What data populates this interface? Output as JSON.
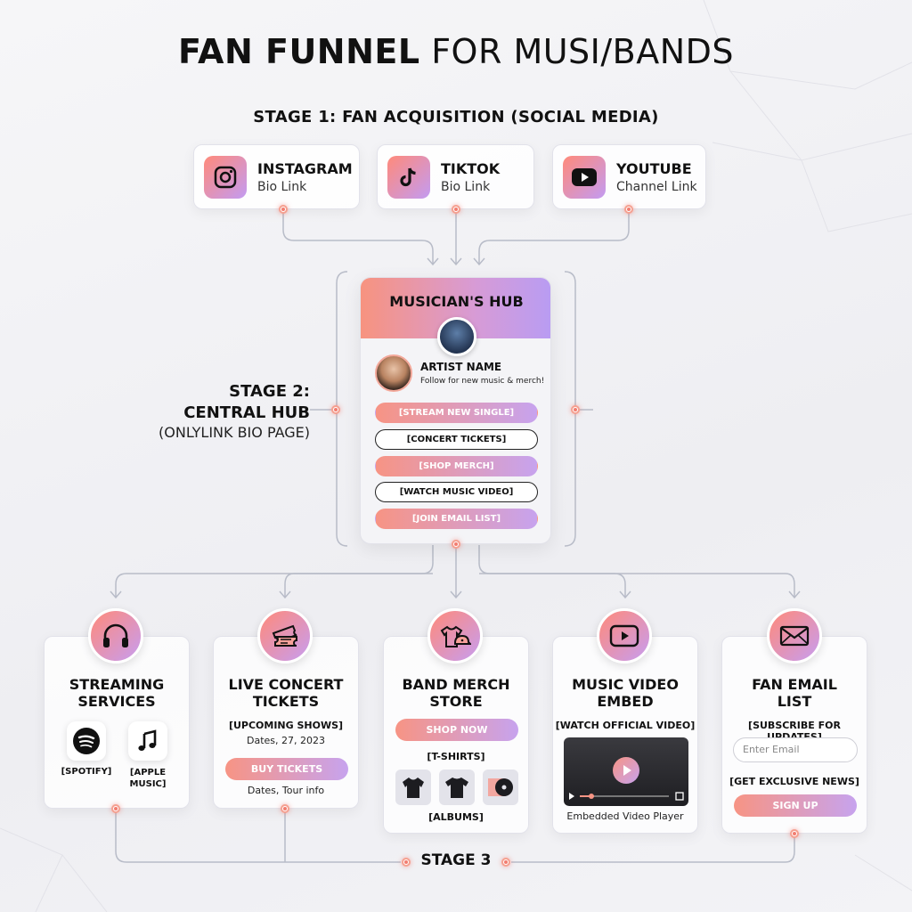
{
  "title": {
    "bold": "FAN FUNNEL",
    "light": "FOR MUSI/BANDS"
  },
  "stage1": {
    "label": "STAGE 1: FAN ACQUISITION (SOCIAL MEDIA)",
    "cards": [
      {
        "name": "INSTAGRAM",
        "sub": "Bio Link",
        "icon": "instagram-icon"
      },
      {
        "name": "TIKTOK",
        "sub": "Bio Link",
        "icon": "tiktok-icon"
      },
      {
        "name": "YOUTUBE",
        "sub": "Channel Link",
        "icon": "youtube-icon"
      }
    ]
  },
  "stage2": {
    "title_line1": "STAGE 2:",
    "title_line2": "CENTRAL HUB",
    "subtitle": "(ONLYLINK BIO PAGE)",
    "hub": {
      "title": "MUSICIAN'S HUB",
      "artist_name": "ARTIST NAME",
      "artist_sub": "Follow for new music & merch!",
      "buttons": [
        "[STREAM NEW SINGLE]",
        "[CONCERT TICKETS]",
        "[SHOP MERCH]",
        "[WATCH MUSIC VIDEO]",
        "[JOIN EMAIL LIST]"
      ]
    }
  },
  "stage3": {
    "label": "STAGE 3",
    "streaming": {
      "title_line1": "STREAMING",
      "title_line2": "SERVICES",
      "spotify_label": "[SPOTIFY]",
      "apple_label_line1": "[APPLE",
      "apple_label_line2": "MUSIC]",
      "icon": "headphones-icon"
    },
    "tickets": {
      "title_line1": "LIVE CONCERT",
      "title_line2": "TICKETS",
      "upcoming": "[UPCOMING SHOWS]",
      "dates": "Dates, 27, 2023",
      "button": "BUY TICKETS",
      "footer": "Dates, Tour info",
      "icon": "ticket-icon"
    },
    "merch": {
      "title_line1": "BAND MERCH",
      "title_line2": "STORE",
      "button": "SHOP NOW",
      "tshirts": "[T-SHIRTS]",
      "albums": "[ALBUMS]",
      "icon": "merch-icon"
    },
    "video": {
      "title_line1": "MUSIC VIDEO",
      "title_line2": "EMBED",
      "label": "[WATCH OFFICIAL VIDEO]",
      "caption": "Embedded Video Player",
      "icon": "video-icon"
    },
    "email": {
      "title_line1": "FAN EMAIL",
      "title_line2": "LIST",
      "label": "[SUBSCRIBE FOR UPDATES]",
      "placeholder": "Enter Email",
      "news": "[GET EXCLUSIVE NEWS]",
      "button": "SIGN UP",
      "icon": "envelope-icon"
    }
  },
  "colors": {
    "accent_start": "#f79484",
    "accent_end": "#c7a3ee",
    "connector": "#b8bcc8"
  }
}
